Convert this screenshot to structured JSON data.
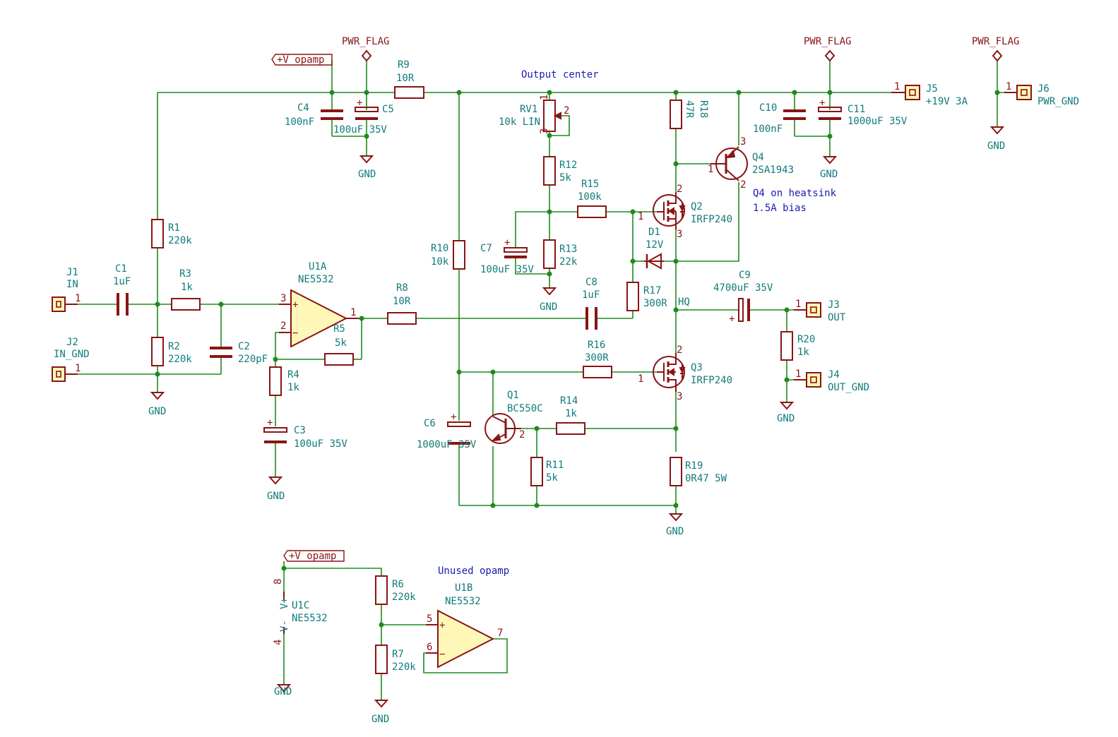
{
  "labels": {
    "flag": "PWR_FLAG",
    "gnd": "GND",
    "v_opamp": "+V_opamp",
    "output_center": "Output center",
    "q4_note_1": "Q4 on heatsink",
    "q4_note_2": "1.5A bias",
    "unused_opamp": "Unused opamp",
    "hq": "HQ"
  },
  "pins": {
    "p1": "1",
    "p2": "2",
    "p3": "3",
    "p4": "4",
    "p5": "5",
    "p6": "6",
    "p7": "7",
    "p8": "8",
    "plus": "+",
    "minus": "−"
  },
  "components": {
    "J1": {
      "ref": "J1",
      "value": "IN"
    },
    "J2": {
      "ref": "J2",
      "value": "IN_GND"
    },
    "J3": {
      "ref": "J3",
      "value": "OUT"
    },
    "J4": {
      "ref": "J4",
      "value": "OUT_GND"
    },
    "J5": {
      "ref": "J5",
      "value": "+19V 3A"
    },
    "J6": {
      "ref": "J6",
      "value": "PWR_GND"
    },
    "C1": {
      "ref": "C1",
      "value": "1uF"
    },
    "C2": {
      "ref": "C2",
      "value": "220pF"
    },
    "C3": {
      "ref": "C3",
      "value": "100uF 35V"
    },
    "C4": {
      "ref": "C4",
      "value": "100nF"
    },
    "C5": {
      "ref": "C5",
      "value": "100uF 35V"
    },
    "C6": {
      "ref": "C6",
      "value": "1000uF 35V"
    },
    "C7": {
      "ref": "C7",
      "value": "100uF 35V"
    },
    "C8": {
      "ref": "C8",
      "value": "1uF"
    },
    "C9": {
      "ref": "C9",
      "value": "4700uF 35V"
    },
    "C10": {
      "ref": "C10",
      "value": "100nF"
    },
    "C11": {
      "ref": "C11",
      "value": "1000uF 35V"
    },
    "R1": {
      "ref": "R1",
      "value": "220k"
    },
    "R2": {
      "ref": "R2",
      "value": "220k"
    },
    "R3": {
      "ref": "R3",
      "value": "1k"
    },
    "R4": {
      "ref": "R4",
      "value": "1k"
    },
    "R5": {
      "ref": "R5",
      "value": "5k"
    },
    "R6": {
      "ref": "R6",
      "value": "220k"
    },
    "R7": {
      "ref": "R7",
      "value": "220k"
    },
    "R8": {
      "ref": "R8",
      "value": "10R"
    },
    "R9": {
      "ref": "R9",
      "value": "10R"
    },
    "R10": {
      "ref": "R10",
      "value": "10k"
    },
    "R11": {
      "ref": "R11",
      "value": "5k"
    },
    "R12": {
      "ref": "R12",
      "value": "5k"
    },
    "R13": {
      "ref": "R13",
      "value": "22k"
    },
    "R14": {
      "ref": "R14",
      "value": "1k"
    },
    "R15": {
      "ref": "R15",
      "value": "100k"
    },
    "R16": {
      "ref": "R16",
      "value": "300R"
    },
    "R17": {
      "ref": "R17",
      "value": "300R"
    },
    "R18": {
      "ref": "R18",
      "value": "47R"
    },
    "R19": {
      "ref": "R19",
      "value": "0R47 5W"
    },
    "R20": {
      "ref": "R20",
      "value": "1k"
    },
    "RV1": {
      "ref": "RV1",
      "value": "10k LIN"
    },
    "D1": {
      "ref": "D1",
      "value": "12V"
    },
    "Q1": {
      "ref": "Q1",
      "value": "BC550C"
    },
    "Q2": {
      "ref": "Q2",
      "value": "IRFP240"
    },
    "Q3": {
      "ref": "Q3",
      "value": "IRFP240"
    },
    "Q4": {
      "ref": "Q4",
      "value": "2SA1943"
    },
    "U1A": {
      "ref": "U1A",
      "value": "NE5532"
    },
    "U1B": {
      "ref": "U1B",
      "value": "NE5532"
    },
    "U1C": {
      "ref": "U1C",
      "value": "NE5532",
      "vplus": "V+",
      "vminus": "V-"
    }
  }
}
